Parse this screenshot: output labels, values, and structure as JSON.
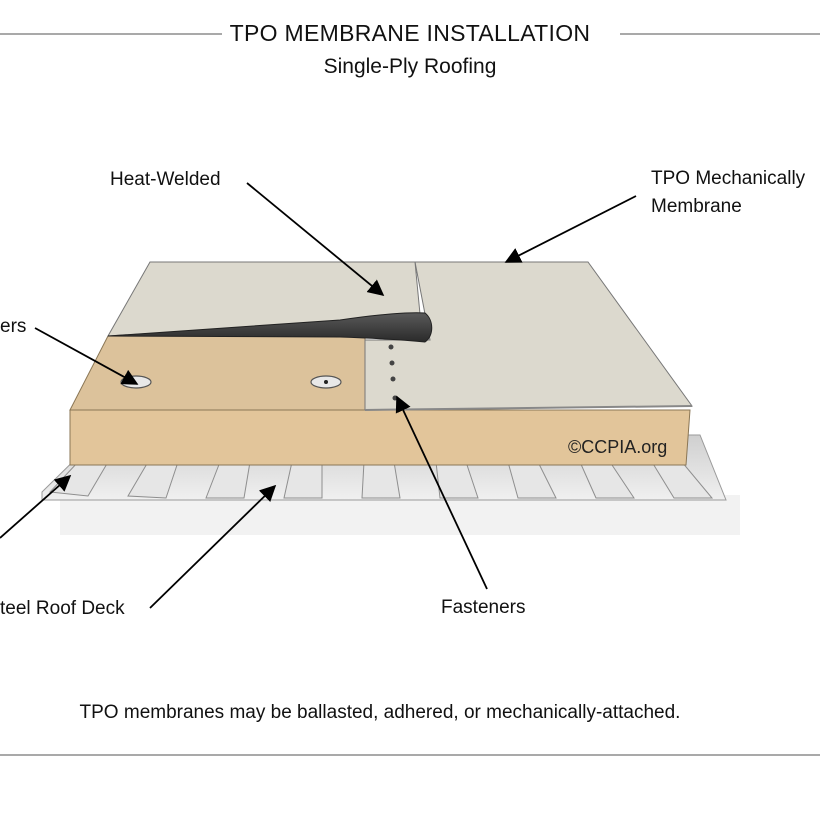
{
  "title": "TPO MEMBRANE INSTALLATION",
  "subtitle": "Single-Ply Roofing",
  "labels": {
    "heat_welded": "Heat-Welded",
    "mechanically_line1": "TPO Mechanically",
    "mechanically_line2": "Membrane",
    "plates_partial": "ers",
    "deck": "teel Roof Deck",
    "fasteners": "Fasteners",
    "copyright": "©CCPIA.org"
  },
  "footer": "TPO membranes may be ballasted, adhered, or mechanically-attached.",
  "colors": {
    "membrane": "#dcd9ce",
    "insulation_top": "#dcc29b",
    "insulation_front": "#e2c59a",
    "deck": "#dcdcdc",
    "seam_roll": "#3c3c3c",
    "rule": "#a9a9a9"
  }
}
